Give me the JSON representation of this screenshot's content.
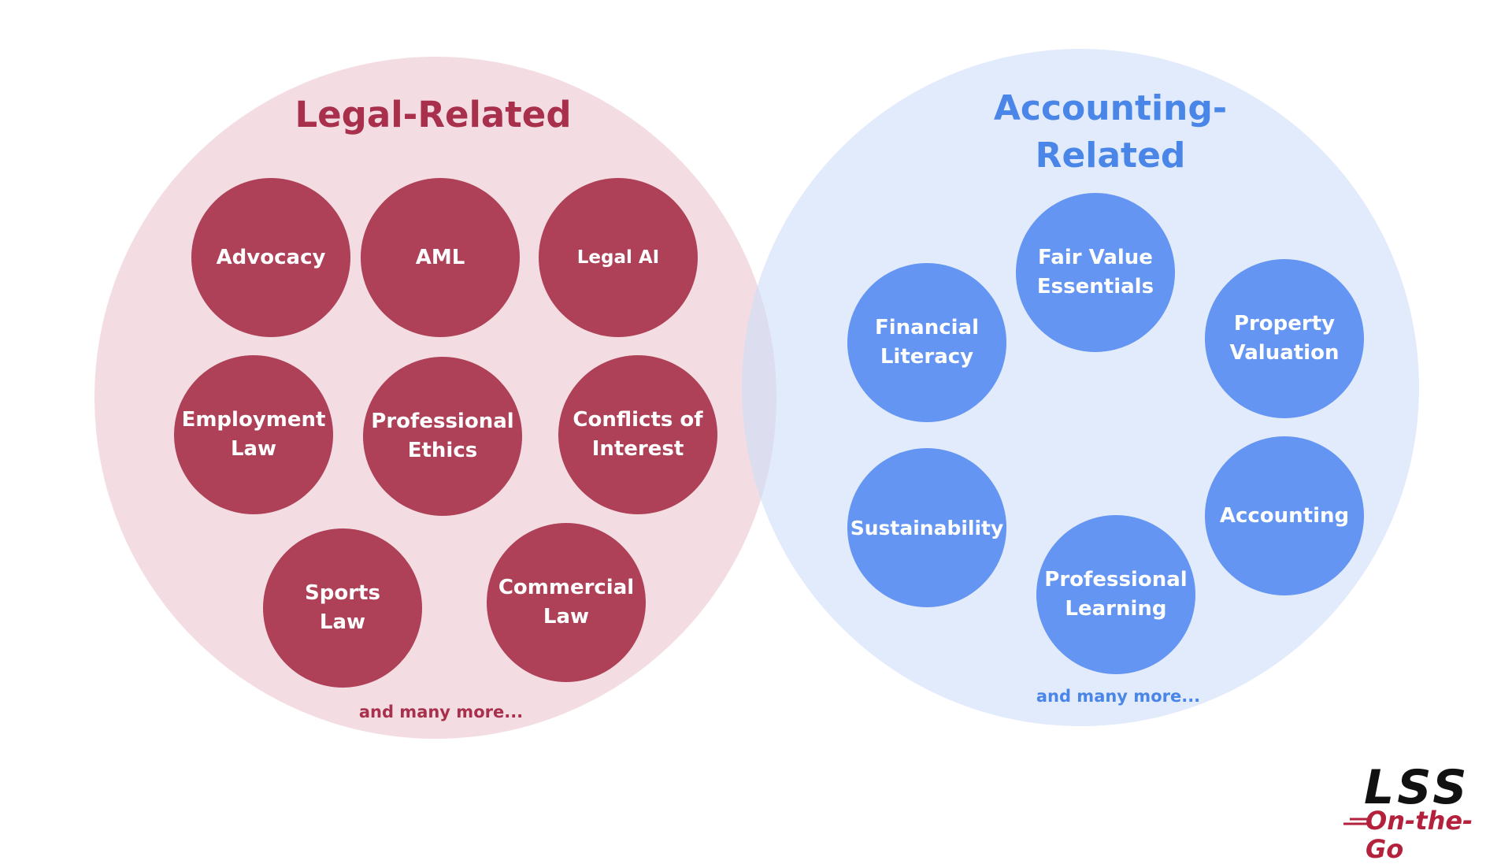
{
  "legal": {
    "title": "Legal-Related",
    "topics": [
      "Advocacy",
      "AML",
      "Legal AI",
      "Employment\nLaw",
      "Professional\nEthics",
      "Conflicts of\nInterest",
      "Sports\nLaw",
      "Commercial\nLaw"
    ],
    "more": "and many more..."
  },
  "accounting": {
    "title": "Accounting-\nRelated",
    "topics": [
      "Fair Value\nEssentials",
      "Financial\nLiteracy",
      "Property\nValuation",
      "Sustainability",
      "Accounting",
      "Professional\nLearning"
    ],
    "more": "and many more..."
  },
  "logo": {
    "text": "LSS",
    "tagline": "On-the-Go"
  },
  "colors": {
    "legal": "#ae4057",
    "legal_text": "#a8304c",
    "accounting": "#6495f2",
    "accounting_text": "#4a86e8"
  }
}
